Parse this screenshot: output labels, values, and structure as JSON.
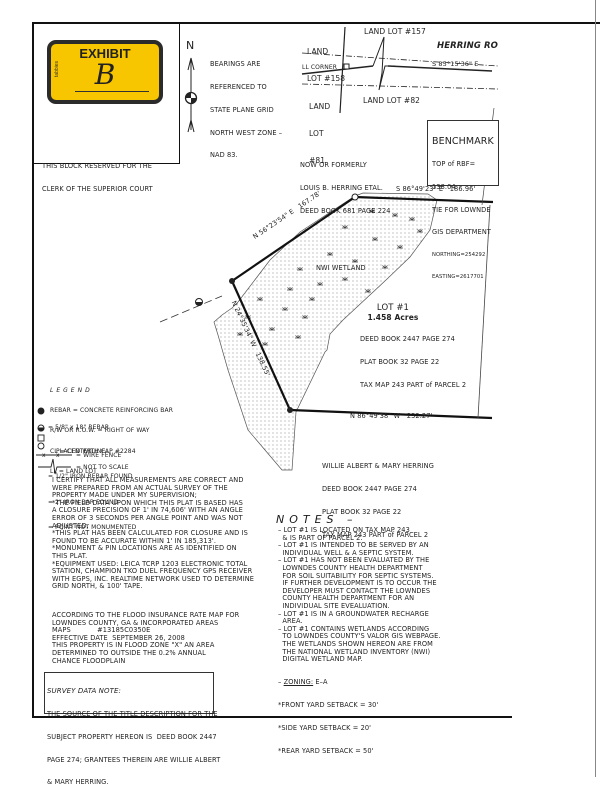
{
  "exhibit": {
    "title": "EXHIBIT",
    "letter": "B",
    "brand": "tabbies",
    "color": "#f7c600",
    "clerk_block": [
      "THIS BLOCK RESERVED FOR THE",
      "CLERK OF THE SUPERIOR COURT"
    ]
  },
  "north_arrow": {
    "label": "N",
    "bearing_note": [
      "BEARINGS ARE",
      "REFERENCED TO",
      "STATE PLANE GRID",
      "NORTH WEST ZONE –",
      "NAD 83."
    ]
  },
  "vicinity": {
    "land_lot_158": [
      "LAND",
      "LOT #158"
    ],
    "land_lot_157": "LAND LOT #157",
    "road_name": "HERRING RO",
    "ll_corner": "LL CORNER",
    "road_bearing": "S 85°15'36\" E",
    "land_lot_81": [
      "LAND",
      "LOT",
      "#81"
    ],
    "land_lot_82": "LAND LOT #82"
  },
  "benchmark": {
    "title": "BENCHMARK",
    "lines": [
      "TOP of RBF=",
      "138.04",
      "TIE FOR LOWNDE",
      "GIS DEPARTMENT",
      "NORTHING=254292",
      "EASTING=2617701"
    ]
  },
  "adjoiner_north": [
    "NOW OR FORMERLY",
    "LOUIS B. HERRING ETAL.",
    "DEED BOOK 681 PAGE 224"
  ],
  "boundary_calls": {
    "north": "S 86°49'23\" E   186.96'",
    "northwest": "N 56°23'54\" E   167.78'",
    "west": "N 24°35'34\" W   138.55'",
    "south": "N 86°49'38\" W   232.27'"
  },
  "wetland_label": "NWI WETLAND",
  "lot": {
    "name": "LOT #1",
    "area": "1.458 Acres",
    "lines": [
      "DEED BOOK 2447 PAGE 274",
      "PLAT BOOK 32 PAGE 22",
      "TAX MAP 243 PART of PARCEL 2"
    ]
  },
  "adjoiner_south": [
    "WILLIE ALBERT & MARY HERRING",
    "DEED BOOK 2447 PAGE 274",
    "PLAT BOOK 32 PAGE 22",
    "TAX MAP 243 PART of PARCEL 2"
  ],
  "legend": {
    "title": "LEGEND",
    "abbreviations": [
      "REBAR = CONCRETE REINFORCING BAR",
      "R/W OR R.O.W. = RIGHT OF WAY",
      "CL = CENTERLINE",
      "LL = LAND LOT"
    ],
    "symbols": [
      {
        "icon": "filled-circle",
        "text": "= 5/8\" x 18\" REBAR"
      },
      {
        "icon": "",
        "text": "    PLACED WITH CAP #2284"
      },
      {
        "icon": "half-circle",
        "text": "= 1/2\" IRON REBAR FOUND"
      },
      {
        "icon": "square",
        "text": "= 2\" IRON BAR FOUND"
      },
      {
        "icon": "open-circle",
        "text": "= POINT NOT MONUMENTED"
      },
      {
        "icon": "wire-fence",
        "text": "= WIRE FENCE"
      },
      {
        "icon": "break-line",
        "text": "= NOT TO SCALE"
      }
    ]
  },
  "certification": [
    "I CERTIFY THAT ALL MEASUREMENTS ARE CORRECT AND",
    "WERE PREPARED FROM AN ACTUAL SURVEY OF THE",
    "PROPERTY MADE UNDER MY SUPERVISION;",
    "*THE FIELD DATA UPON WHICH THIS PLAT IS BASED HAS",
    "A CLOSURE PRECISION OF 1' IN 74,606' WITH AN ANGLE",
    "ERROR OF 3 SECONDS PER ANGLE POINT AND WAS NOT",
    "ADJUSTED.",
    "*THIS PLAT HAS BEEN CALCULATED FOR CLOSURE AND IS",
    "FOUND TO BE ACCURATE WITHIN 1' IN 185,313'.",
    "*MONUMENT & PIN LOCATIONS ARE AS IDENTIFIED ON",
    "THIS PLAT.",
    "*EQUIPMENT USED: LEICA TCRP 1203 ELECTRONIC TOTAL",
    "STATION, CHAMPION TKO DUEL FREQUENCY GPS RECEIVER",
    "WITH EGPS, INC. REALTIME NETWORK USED TO DETERMINE",
    "GRID NORTH, & 100' TAPE."
  ],
  "flood": [
    "ACCORDING TO THE FLOOD INSURANCE RATE MAP FOR",
    "LOWNDES COUNTY, GA & INCORPORATED AREAS",
    "MAPS            #13185C0350E",
    "EFFECTIVE DATE  SEPTEMBER 26, 2008",
    "THIS PROPERTY IS IN FLOOD ZONE \"X\" AN AREA",
    "DETERMINED TO OUTSIDE THE 0.2% ANNUAL",
    "CHANCE FLOODPLAIN"
  ],
  "survey_note": {
    "title": "SURVEY DATA NOTE:",
    "lines": [
      "THE SOURCE OF THE TITLE DESCRIPTION FOR THE",
      "SUBJECT PROPERTY HEREON IS  DEED BOOK 2447",
      "PAGE 274; GRANTEES THEREIN ARE WILLIE ALBERT",
      "& MARY HERRING."
    ]
  },
  "notes": {
    "title": "NOTES –",
    "lines": [
      "– LOT #1 IS LOCATED ON TAX MAP 243",
      "  & IS PART OF PARCEL 2.",
      "– LOT #1 IS INTENDED TO BE SERVED BY AN",
      "  INDIVIDUAL WELL & A SEPTIC SYSTEM.",
      "– LOT #1 HAS NOT BEEN EVALUATED BY THE",
      "  LOWNDES COUNTY HEALTH DEPARTMENT",
      "  FOR SOIL SUITABILITY FOR SEPTIC SYSTEMS.",
      "  IF FURTHER DEVELOPMENT IS TO OCCUR THE",
      "  DEVELOPER MUST CONTACT THE LOWNDES",
      "  COUNTY HEALTH DEPARTMENT FOR AN",
      "  INDIVIDUAL SITE EVEALUATION.",
      "– LOT #1 IS IN A GROUNDWATER RECHARGE",
      "  AREA.",
      "– LOT #1 CONTAINS WETLANDS ACCORDING",
      "  TO LOWNDES COUNTY'S VALOR GIS WEBPAGE.",
      "  THE WETLANDS SHOWN HEREON ARE FROM",
      "  THE NATIONAL WETLAND INVENTORY (NWI)",
      "  DIGITAL WETLAND MAP."
    ],
    "zoning_label": "ZONING:",
    "zoning_value": " E–A",
    "setbacks": [
      "*FRONT YARD SETBACK = 30'",
      "*SIDE YARD SETBACK = 20'",
      "*REAR YARD SETBACK = 50'"
    ]
  }
}
